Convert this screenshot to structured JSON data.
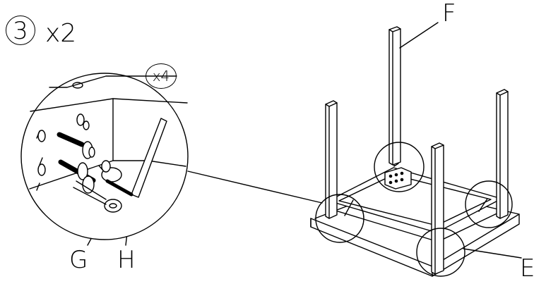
{
  "step": {
    "number": "3",
    "quantity": "x2"
  },
  "callout": {
    "quantity": "x4"
  },
  "parts": {
    "f": "F",
    "g": "G",
    "h": "H",
    "e": "E"
  }
}
